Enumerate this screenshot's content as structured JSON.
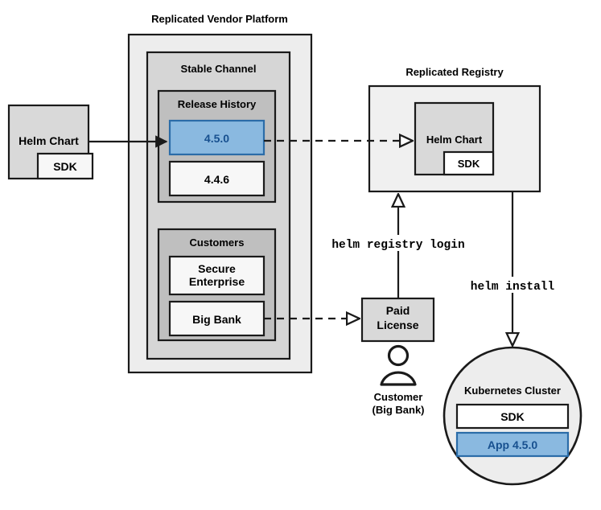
{
  "diagram": {
    "title": "Replicated Vendor Platform release and install flow",
    "colors": {
      "outer_container_fill": "#ededed",
      "channel_fill": "#d6d6d6",
      "group_fill": "#bfbfbf",
      "plain_box_fill": "#f0f0f0",
      "chart_box_fill": "#d9d9d9",
      "highlight_fill": "#8ab9e0",
      "highlight_stroke": "#2b6ca8",
      "highlight_text": "#17508f",
      "stroke": "#1a1a1a",
      "background": "#ffffff"
    }
  },
  "source_chart": {
    "label": "Helm Chart",
    "sdk_label": "SDK"
  },
  "vendor_platform": {
    "title": "Replicated Vendor Platform",
    "channel": {
      "label": "Stable Channel",
      "release_history": {
        "label": "Release History",
        "releases": [
          {
            "version": "4.5.0",
            "highlighted": true
          },
          {
            "version": "4.4.6",
            "highlighted": false
          }
        ]
      },
      "customers": {
        "label": "Customers",
        "entries": [
          {
            "name": "Secure\nEnterprise",
            "line1": "Secure",
            "line2": "Enterprise"
          },
          {
            "name": "Big Bank",
            "line1": "Big Bank",
            "line2": ""
          }
        ]
      }
    }
  },
  "registry": {
    "title": "Replicated Registry",
    "chart": {
      "label": "Helm Chart",
      "sdk_label": "SDK"
    }
  },
  "license": {
    "line1": "Paid",
    "line2": "License"
  },
  "customer_actor": {
    "icon": "person-icon",
    "line1": "Customer",
    "line2": "(Big Bank)"
  },
  "cluster": {
    "label": "Kubernetes Cluster",
    "components": [
      {
        "label": "SDK",
        "highlighted": false
      },
      {
        "label": "App 4.5.0",
        "highlighted": true
      }
    ]
  },
  "commands": {
    "registry_login": "helm registry login",
    "install": "helm install"
  }
}
